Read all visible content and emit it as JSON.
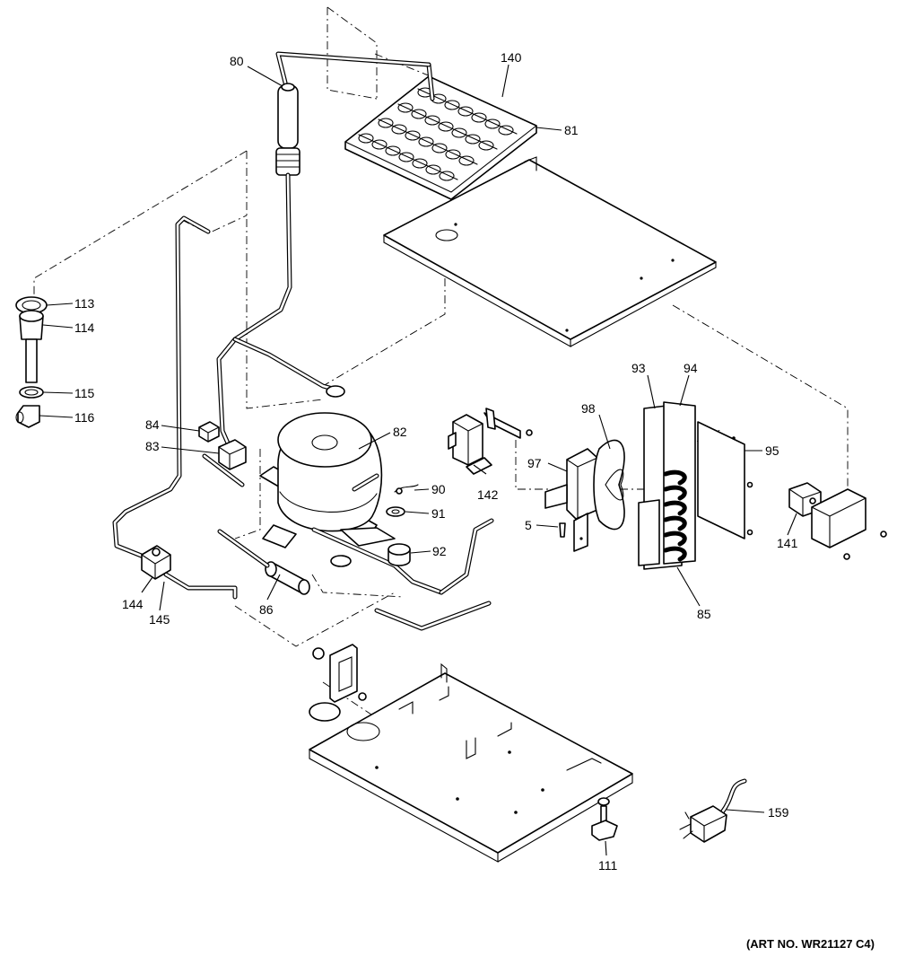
{
  "callouts": {
    "c80": "80",
    "c140": "140",
    "c81": "81",
    "c113": "113",
    "c114": "114",
    "c115": "115",
    "c116": "116",
    "c84": "84",
    "c83": "83",
    "c82": "82",
    "c90": "90",
    "c91": "91",
    "c92": "92",
    "c142": "142",
    "c98": "98",
    "c97": "97",
    "c5": "5",
    "c93": "93",
    "c94": "94",
    "c95": "95",
    "c141": "141",
    "c85": "85",
    "c86": "86",
    "c144": "144",
    "c145": "145",
    "c111": "111",
    "c159": "159"
  },
  "art_number": "(ART NO. WR21127 C4)"
}
